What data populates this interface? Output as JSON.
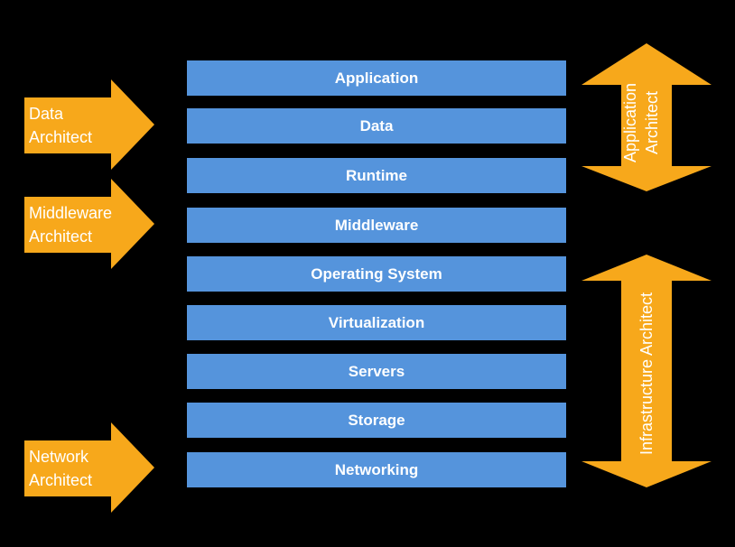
{
  "colors": {
    "background": "#000000",
    "layer": "#5594dc",
    "arrow": "#f7a81b",
    "text": "#ffffff"
  },
  "layers": [
    "Application",
    "Data",
    "Runtime",
    "Middleware",
    "Operating System",
    "Virtualization",
    "Servers",
    "Storage",
    "Networking"
  ],
  "left_arrows": [
    {
      "line1": "Data",
      "line2": "Architect"
    },
    {
      "line1": "Middleware",
      "line2": "Architect"
    },
    {
      "line1": "Network",
      "line2": "Architect"
    }
  ],
  "right_arrows": [
    {
      "line1": "Application",
      "line2": "Architect"
    },
    {
      "line1": "Infrastructure Architect"
    }
  ]
}
